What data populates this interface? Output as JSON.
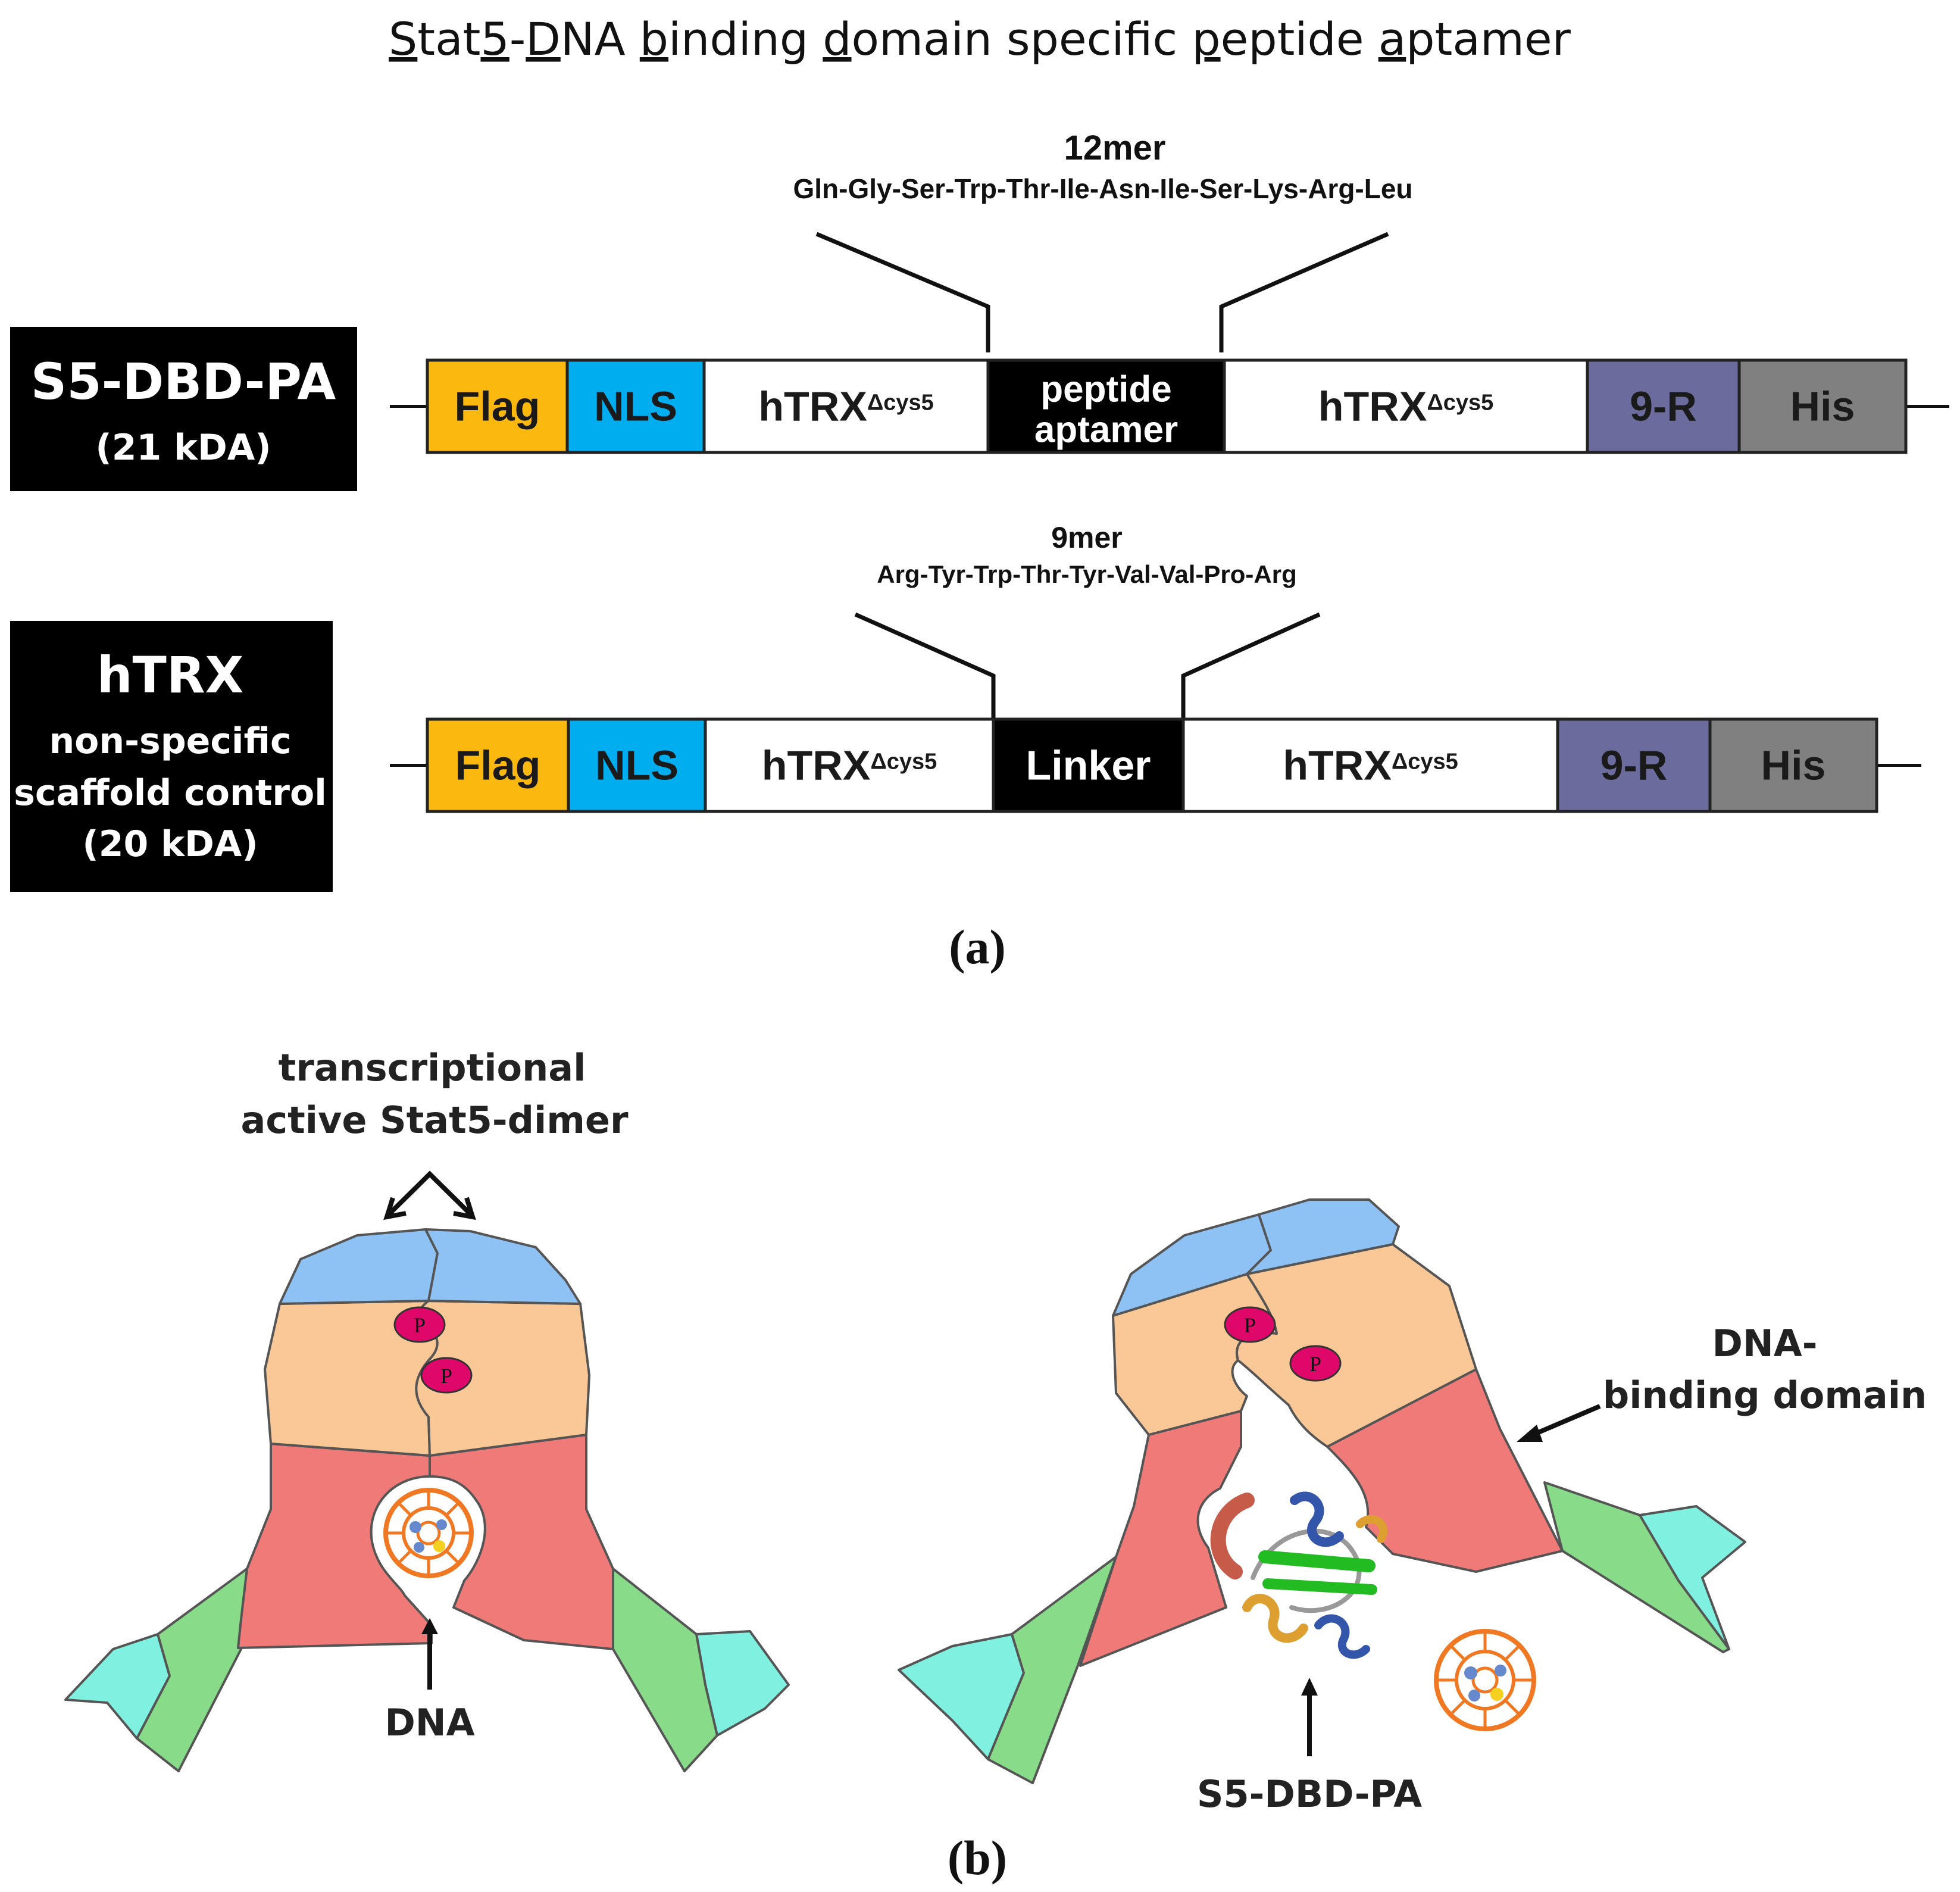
{
  "title": {
    "parts": [
      {
        "t": "S",
        "u": true
      },
      {
        "t": "tat",
        "u": false
      },
      {
        "t": "5",
        "u": true
      },
      {
        "t": "-",
        "u": false
      },
      {
        "t": "D",
        "u": true
      },
      {
        "t": "NA ",
        "u": false
      },
      {
        "t": "b",
        "u": true
      },
      {
        "t": "inding ",
        "u": false
      },
      {
        "t": "d",
        "u": true
      },
      {
        "t": "omain specific ",
        "u": false
      },
      {
        "t": "p",
        "u": true
      },
      {
        "t": "eptide ",
        "u": false
      },
      {
        "t": "a",
        "u": true
      },
      {
        "t": "ptamer",
        "u": false
      }
    ]
  },
  "panel_a": {
    "label": "(a)",
    "constructs": [
      {
        "id": "s5",
        "name_lines": [
          "S5-DBD-PA",
          "(21 kDA)"
        ],
        "insert_title": "12mer",
        "insert_sequence": "Gln-Gly-Ser-Trp-Thr-Ile-Asn-Ile-Ser-Lys-Arg-Leu",
        "segments": [
          {
            "label": "Flag",
            "fill": "#FBB80F",
            "text": "#1a1a1a"
          },
          {
            "label": "NLS",
            "fill": "#00AEEF",
            "text": "#1a1a1a"
          },
          {
            "label": "hTRX",
            "sup": "Δcys5",
            "fill": "#FFFFFF",
            "text": "#1a1a1a"
          },
          {
            "label": "peptide",
            "label2": "aptamer",
            "fill": "#000000",
            "text": "#FFFFFF"
          },
          {
            "label": "hTRX",
            "sup": "Δcys5",
            "fill": "#FFFFFF",
            "text": "#1a1a1a"
          },
          {
            "label": "9-R",
            "fill": "#6B6B9E",
            "text": "#1a1a1a"
          },
          {
            "label": "His",
            "fill": "#808080",
            "text": "#1a1a1a"
          }
        ]
      },
      {
        "id": "htrx",
        "name_lines": [
          "hTRX",
          "non-specific",
          "scaffold control",
          "(20 kDA)"
        ],
        "insert_title": "9mer",
        "insert_sequence": "Arg-Tyr-Trp-Thr-Tyr-Val-Val-Pro-Arg",
        "segments": [
          {
            "label": "Flag",
            "fill": "#FBB80F",
            "text": "#1a1a1a"
          },
          {
            "label": "NLS",
            "fill": "#00AEEF",
            "text": "#1a1a1a"
          },
          {
            "label": "hTRX",
            "sup": "Δcys5",
            "fill": "#FFFFFF",
            "text": "#1a1a1a"
          },
          {
            "label": "Linker",
            "fill": "#000000",
            "text": "#FFFFFF"
          },
          {
            "label": "hTRX",
            "sup": "Δcys5",
            "fill": "#FFFFFF",
            "text": "#1a1a1a"
          },
          {
            "label": "9-R",
            "fill": "#6B6B9E",
            "text": "#1a1a1a"
          },
          {
            "label": "His",
            "fill": "#808080",
            "text": "#1a1a1a"
          }
        ]
      }
    ]
  },
  "panel_b": {
    "label": "(b)",
    "dimer_label_lines": [
      "transcriptional",
      "active Stat5-dimer"
    ],
    "dna_label": "DNA",
    "dbd_label_lines": [
      "DNA-",
      "binding domain"
    ],
    "aptamer_label": "S5-DBD-PA",
    "phospho_label": "P",
    "colors": {
      "cap": "#8EC2F5",
      "body": "#F9C896",
      "dbd": "#F07A78",
      "arm": "#88DB88",
      "tip": "#80F0E0",
      "phospho": "#E0076A",
      "dna": "#F07822"
    }
  }
}
